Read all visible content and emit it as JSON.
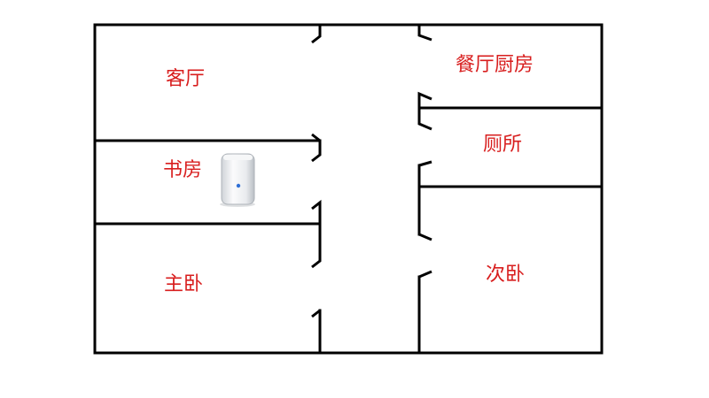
{
  "colors": {
    "wall": "#000000",
    "label": "#d81e1e",
    "background": "#ffffff",
    "router_body": "#e9ebee",
    "router_highlight": "#fbfbfc",
    "router_shade": "#c6cacf",
    "router_led": "#2f6fd6"
  },
  "rooms": {
    "living_room": "客厅",
    "dining_kitchen": "餐厅厨房",
    "study": "书房",
    "bathroom": "厕所",
    "master_bedroom": "主卧",
    "second_bedroom": "次卧"
  },
  "device": {
    "icon": "wifi-router-icon"
  }
}
